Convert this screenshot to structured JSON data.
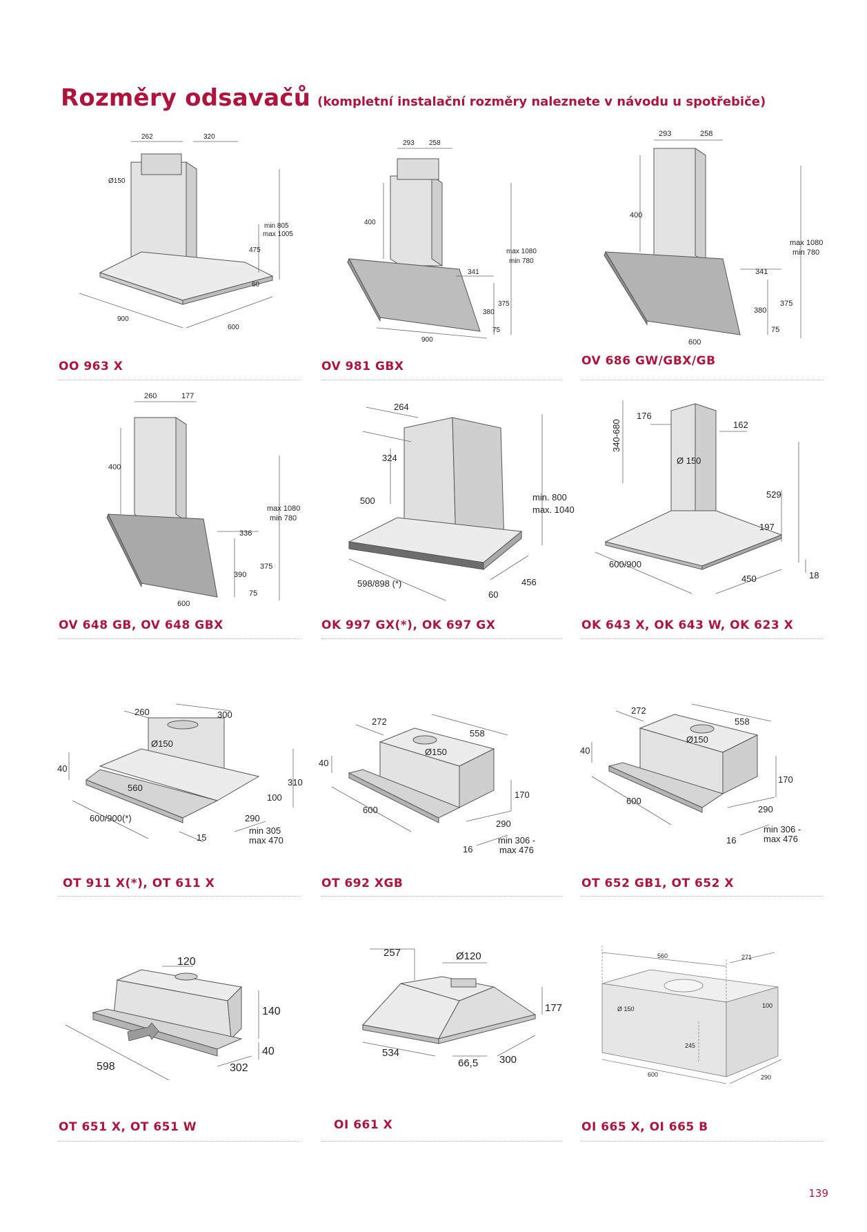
{
  "heading": {
    "title": "Rozměry odsavačů",
    "subtitle": "(kompletní instalační rozměry naleznete v návodu u spotřebiče)"
  },
  "products": [
    {
      "label": "OO 963 X",
      "shape": "island",
      "dims": [
        "262",
        "320",
        "Ø150",
        "min 805",
        "max 1005",
        "475",
        "60",
        "900",
        "600"
      ]
    },
    {
      "label": "OV 981 GBX",
      "shape": "angled",
      "dims": [
        "293",
        "258",
        "400",
        "max 1080",
        "min 780",
        "341",
        "375",
        "380",
        "75",
        "900"
      ]
    },
    {
      "label": "OV 686 GW/GBX/GB",
      "shape": "angled",
      "dims": [
        "293",
        "258",
        "400",
        "max 1080",
        "min 780",
        "341",
        "375",
        "380",
        "75",
        "600"
      ]
    },
    {
      "label": "OV 648 GB,  OV 648 GBX",
      "shape": "angled",
      "dims": [
        "260",
        "177",
        "400",
        "max 1080",
        "min 780",
        "336",
        "375",
        "390",
        "75",
        "600"
      ]
    },
    {
      "label": "OK 997 GX(*),  OK 697 GX",
      "shape": "box",
      "dims": [
        "264",
        "324",
        "500",
        "min. 800",
        "max. 1040",
        "598/898 (*)",
        "456",
        "60"
      ]
    },
    {
      "label": "OK 643 X,  OK 643 W,  OK 623 X",
      "shape": "pyramid",
      "dims": [
        "176",
        "162",
        "340-680",
        "Ø 150",
        "529",
        "197",
        "600/900",
        "450",
        "18"
      ]
    },
    {
      "label": "OT 911 X(*),  OT 611 X",
      "shape": "telescopic",
      "dims": [
        "260",
        "300",
        "Ø150",
        "40",
        "560",
        "310",
        "100",
        "600/900(*)",
        "290",
        "15",
        "min 305",
        "max 470"
      ]
    },
    {
      "label": "OT 692 XGB",
      "shape": "telescopic",
      "dims": [
        "272",
        "558",
        "Ø150",
        "40",
        "170",
        "600",
        "290",
        "16",
        "min 306 -",
        "max 476"
      ]
    },
    {
      "label": "OT 652 GB1,  OT 652 X",
      "shape": "telescopic",
      "dims": [
        "272",
        "558",
        "Ø150",
        "40",
        "170",
        "600",
        "290",
        "16",
        "min 306 -",
        "max 476"
      ]
    },
    {
      "label": "OT 651 X,  OT 651 W",
      "shape": "slim",
      "dims": [
        "120",
        "140",
        "40",
        "598",
        "302"
      ]
    },
    {
      "label": "OI 661 X",
      "shape": "builtin",
      "dims": [
        "257",
        "Ø120",
        "177",
        "534",
        "66,5",
        "300"
      ]
    },
    {
      "label": "OI 665 X,  OI 665 B",
      "shape": "cube",
      "dims": [
        "560",
        "271",
        "Ø 150",
        "100",
        "245",
        "600",
        "290"
      ]
    }
  ],
  "page_number": "139"
}
